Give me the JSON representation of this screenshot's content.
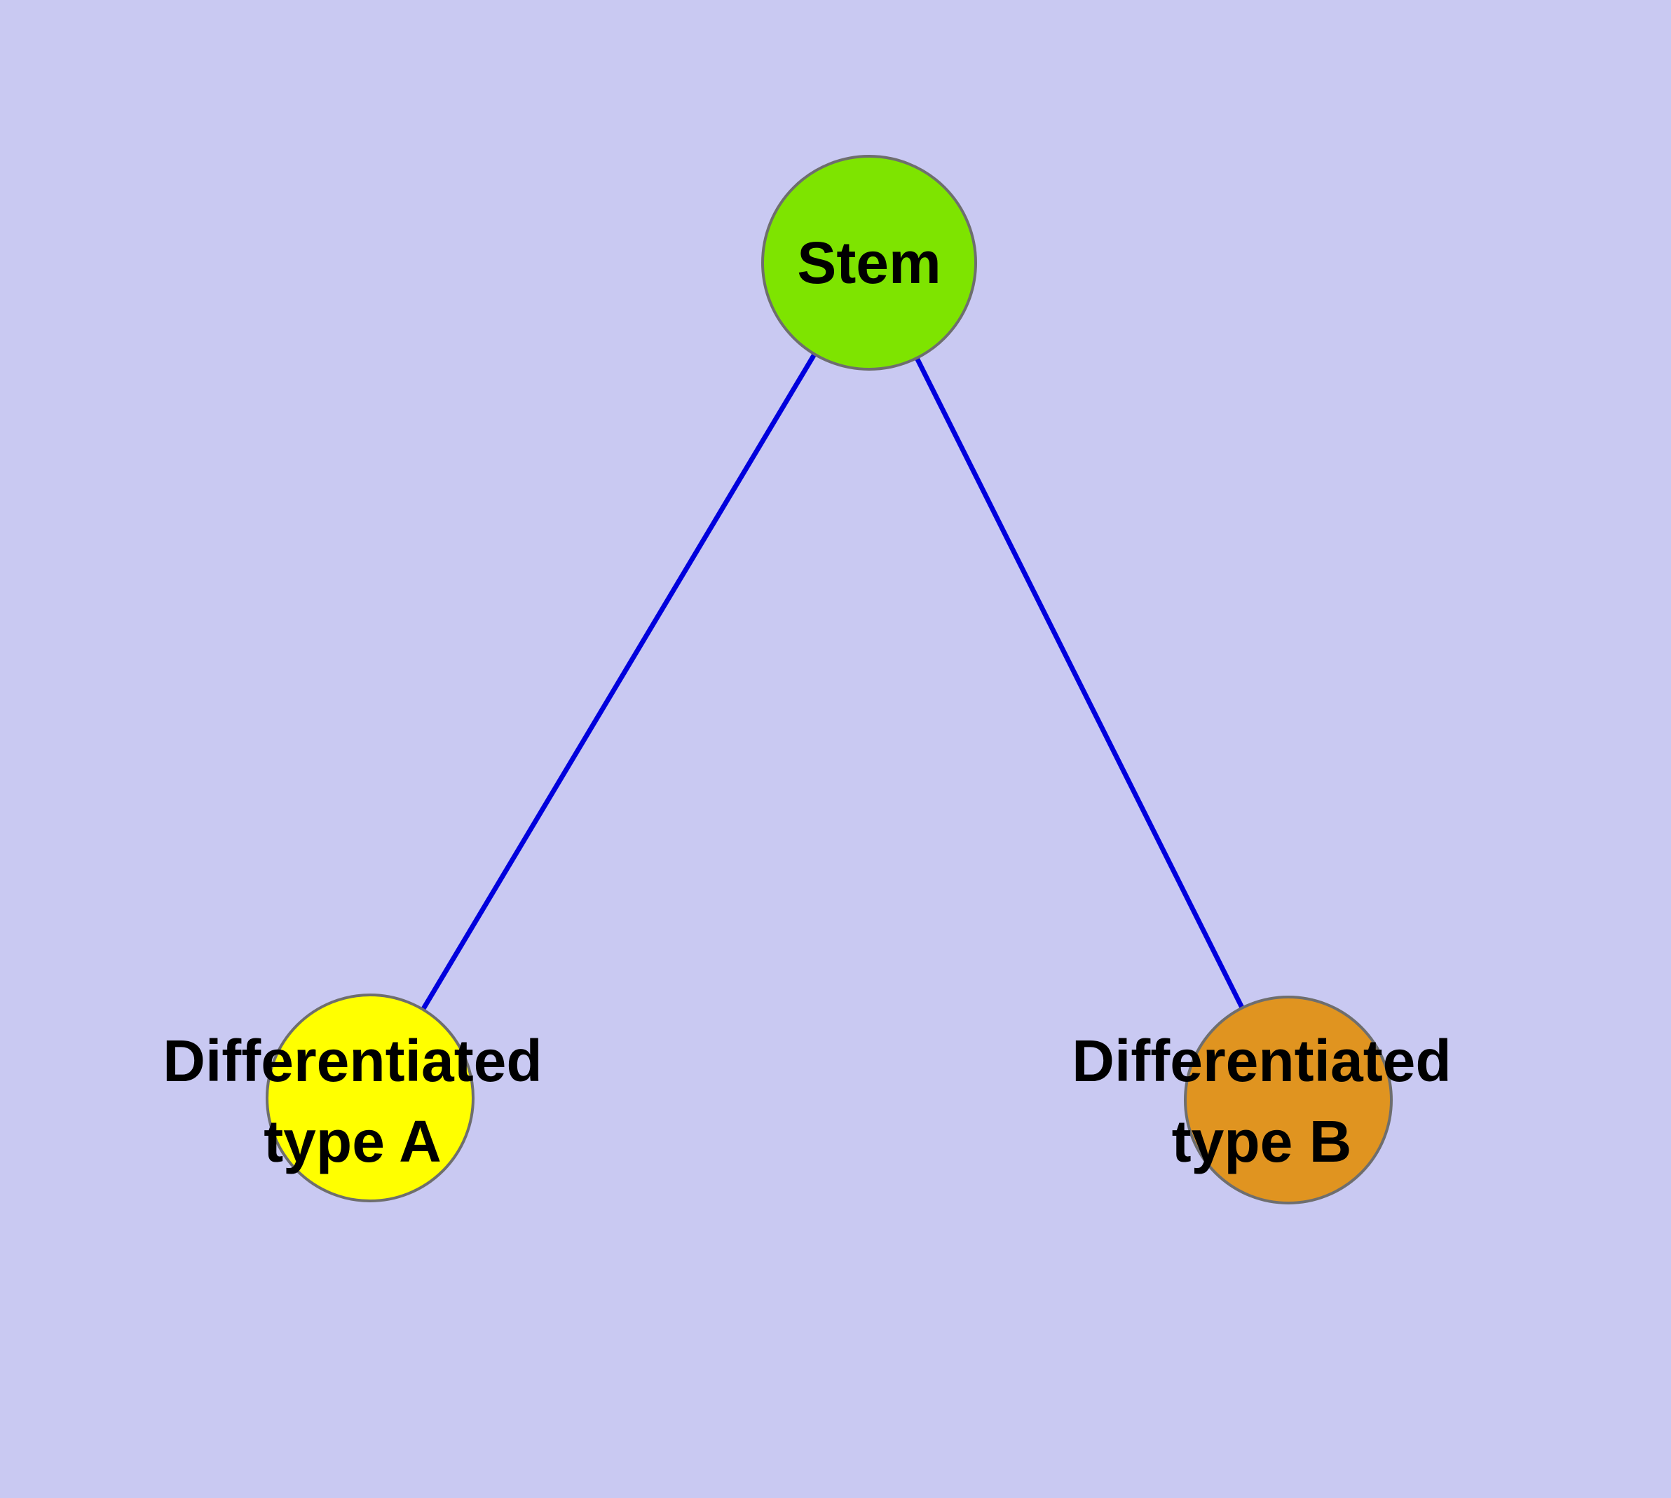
{
  "diagram": {
    "title": "stem cell differentiation graph",
    "background_color": "#c9c9f2",
    "edge_color": "#0000dd",
    "node_border_color": "#6e6e6e",
    "nodes": [
      {
        "id": "stem",
        "label": "Stem",
        "color": "#7ee400"
      },
      {
        "id": "differentiated-type-a",
        "label_lines": [
          "Differentiated",
          "type A"
        ],
        "color": "#ffff00"
      },
      {
        "id": "differentiated-type-b",
        "label_lines": [
          "Differentiated",
          "type B"
        ],
        "color": "#e09420"
      }
    ],
    "edges": [
      {
        "from": "Stem",
        "to": "Differentiated type A"
      },
      {
        "from": "Stem",
        "to": "Differentiated type B"
      }
    ]
  }
}
